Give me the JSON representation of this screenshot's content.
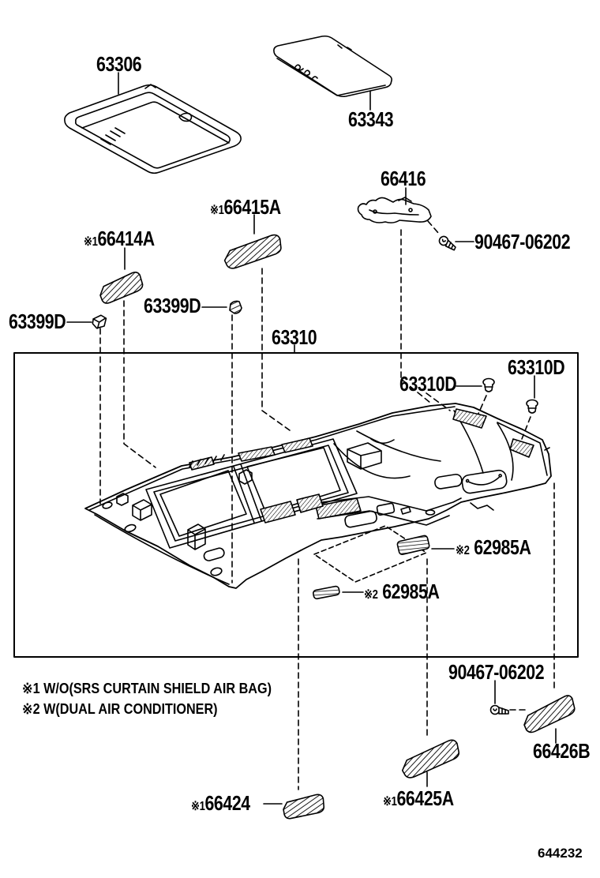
{
  "diagram_code": "644232",
  "notes": [
    "※1 W/O(SRS CURTAIN SHIELD AIR BAG)",
    "※2 W(DUAL AIR CONDITIONER)"
  ],
  "parts": {
    "p63306": {
      "number": "63306"
    },
    "p63343": {
      "number": "63343"
    },
    "p66416": {
      "number": "66416"
    },
    "p90467_top": {
      "number": "90467-06202"
    },
    "p66415a": {
      "prefix": "※1",
      "number": "66415A"
    },
    "p66414a": {
      "prefix": "※1",
      "number": "66414A"
    },
    "p63399d_left": {
      "number": "63399D"
    },
    "p63399d_right": {
      "number": "63399D"
    },
    "p63310": {
      "number": "63310"
    },
    "p63310d_1": {
      "number": "63310D"
    },
    "p63310d_2": {
      "number": "63310D"
    },
    "p62985a_upper": {
      "prefix": "※2",
      "number": "62985A"
    },
    "p62985a_lower": {
      "prefix": "※2",
      "number": "62985A"
    },
    "p90467_bottom": {
      "number": "90467-06202"
    },
    "p66426b": {
      "number": "66426B"
    },
    "p66425a": {
      "prefix": "※1",
      "number": "66425A"
    },
    "p66424": {
      "prefix": "※1",
      "number": "66424"
    }
  }
}
